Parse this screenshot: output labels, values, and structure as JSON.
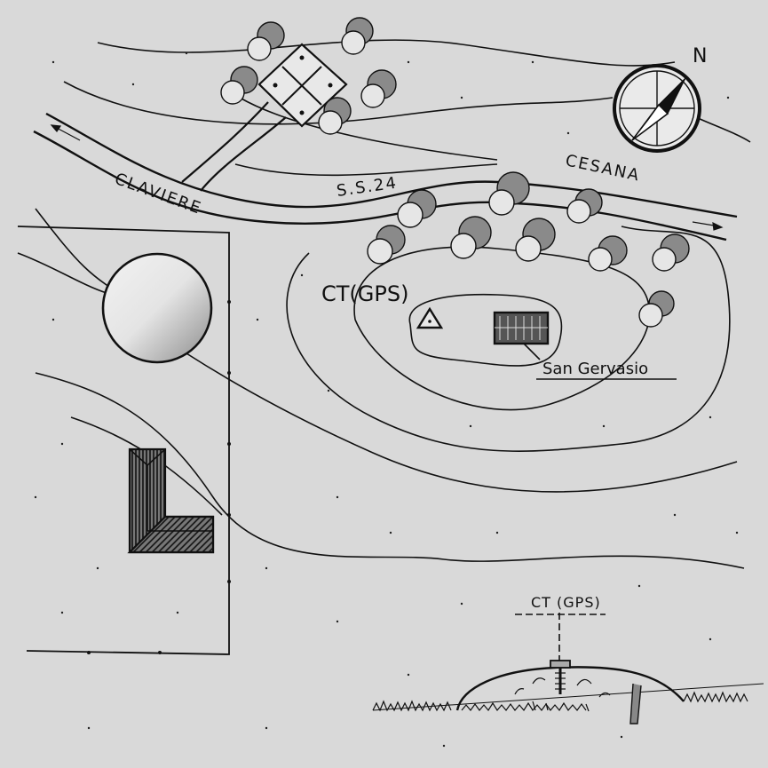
{
  "map": {
    "north_label": "N",
    "roads": {
      "west": "CLAVIERE",
      "number": "S.S.24",
      "east": "CESANA"
    },
    "control_point_label": "CT(GPS)",
    "church_label": "San Gervasio",
    "profile_label": "CT (GPS)",
    "icons": [
      "compass-rose-icon",
      "crossroads-junction-icon",
      "gps-triangle-icon",
      "benchmark-monument-icon"
    ],
    "colors": {
      "background": "#d9d9d9",
      "ink": "#111111",
      "tree_shade": "#8a8a8a"
    }
  }
}
